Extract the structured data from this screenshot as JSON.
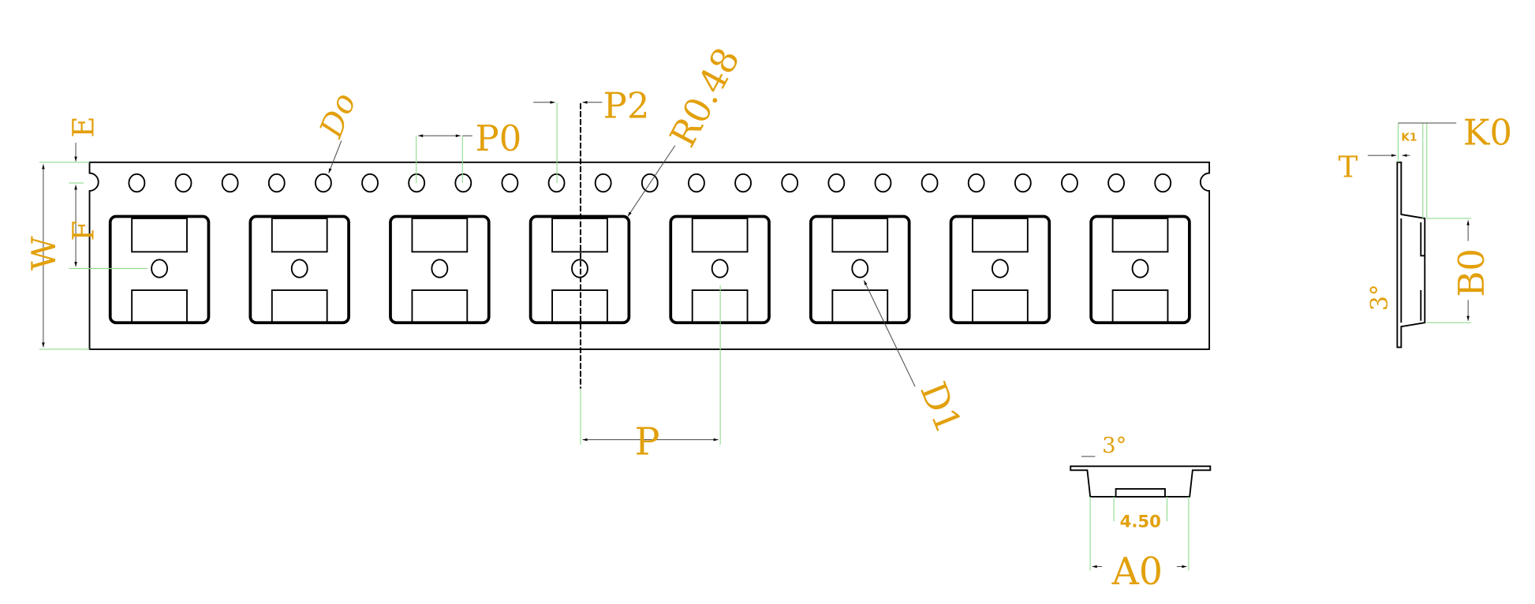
{
  "labels": {
    "E": "E",
    "F": "F",
    "W": "W",
    "D0": "Do",
    "P0": "P0",
    "P2": "P2",
    "R": "R0.48",
    "P": "P",
    "D1": "D1",
    "T": "T",
    "K1": "K1",
    "K0": "K0",
    "B0": "B0",
    "angle_side": "3°",
    "angle_bottom": "3°",
    "inner_width": "4.50",
    "A0": "A0"
  },
  "tape": {
    "sprocket_hole_count": 23,
    "pocket_count": 8
  },
  "colors": {
    "label": "#E2A00C",
    "extension": "#8fdc8f",
    "outline": "#000000"
  }
}
